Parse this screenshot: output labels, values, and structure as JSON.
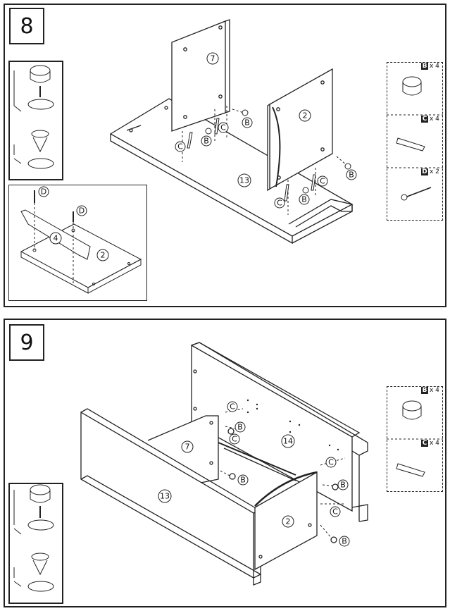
{
  "step8": {
    "number": "8",
    "parts": {
      "p7": "7",
      "p2": "2",
      "p13": "13",
      "p4": "4"
    },
    "hardware": {
      "B": "B",
      "C": "C",
      "D": "D"
    },
    "legend": [
      {
        "letter": "B",
        "qty": "x 4",
        "icon": "cam-lock-icon"
      },
      {
        "letter": "C",
        "qty": "x 4",
        "icon": "dowel-icon"
      },
      {
        "letter": "D",
        "qty": "x 2",
        "icon": "screw-icon"
      }
    ]
  },
  "step9": {
    "number": "9",
    "parts": {
      "p7": "7",
      "p14": "14",
      "p13": "13",
      "p2": "2"
    },
    "hardware": {
      "B": "B",
      "C": "C"
    },
    "legend": [
      {
        "letter": "B",
        "qty": "x 4",
        "icon": "cam-lock-icon"
      },
      {
        "letter": "C",
        "qty": "x 4",
        "icon": "dowel-icon"
      }
    ]
  },
  "colors": {
    "line": "#222222",
    "background": "#ffffff",
    "badge": "#222222"
  }
}
